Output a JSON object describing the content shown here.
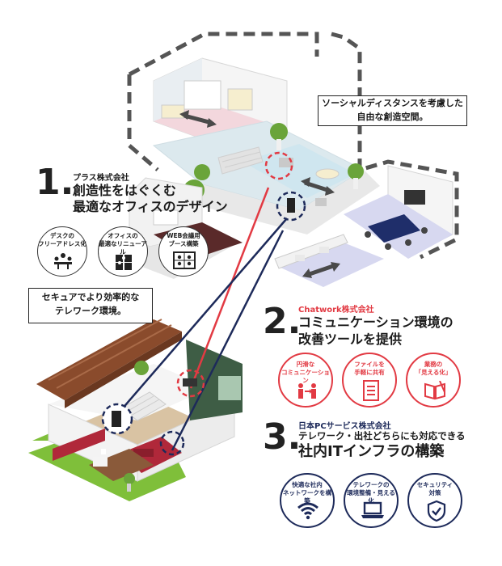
{
  "callouts": {
    "top": {
      "lines": [
        "ソーシャルディスタンスを考慮した",
        "自由な創造空間。"
      ]
    },
    "left": {
      "lines": [
        "セキュアでより効率的な",
        "テレワーク環境。"
      ]
    }
  },
  "sections": [
    {
      "number": "1.",
      "company": "プラス株式会社",
      "headline": [
        "創造性をはぐくむ",
        "最適なオフィスのデザイン"
      ],
      "features": [
        {
          "label": [
            "デスクの",
            "フリーアドレス化"
          ],
          "icon": "meeting-table-icon"
        },
        {
          "label": [
            "オフィスの",
            "最適なリニューアル"
          ],
          "icon": "puzzle-icon"
        },
        {
          "label": [
            "WEB会議用",
            "ブース構築"
          ],
          "icon": "video-conference-icon"
        }
      ]
    },
    {
      "number": "2.",
      "company": "Chatwork株式会社",
      "headline": [
        "コミュニケーション環境の",
        "改善ツールを提供"
      ],
      "features": [
        {
          "label": [
            "円滑な",
            "コミュニケーション"
          ],
          "icon": "people-exchange-icon"
        },
        {
          "label": [
            "ファイルを",
            "手軽に共有"
          ],
          "icon": "document-icon"
        },
        {
          "label": [
            "業務の",
            "「見える化」"
          ],
          "icon": "open-book-icon"
        }
      ]
    },
    {
      "number": "3.",
      "company": "日本PCサービス株式会社",
      "headline": [
        "テレワーク・出社どちらにも対応できる",
        "社内ITインフラの構築"
      ],
      "features": [
        {
          "label": [
            "快適な社内",
            "ネットワークを構築"
          ],
          "icon": "wifi-icon"
        },
        {
          "label": [
            "テレワークの",
            "環境整備・見える化"
          ],
          "icon": "laptop-icon"
        },
        {
          "label": [
            "セキュリティ",
            "対策"
          ],
          "icon": "shield-check-icon"
        }
      ]
    }
  ],
  "colors": {
    "red": "#e23a43",
    "navy": "#1d2a5a",
    "dark": "#1a1a1a",
    "floor_blue": "#cfe6ef",
    "floor_pink": "#f3d7dd",
    "floor_lavender": "#d7d8f0",
    "wood": "#8a4b2c",
    "grass": "#7fbf3a"
  }
}
